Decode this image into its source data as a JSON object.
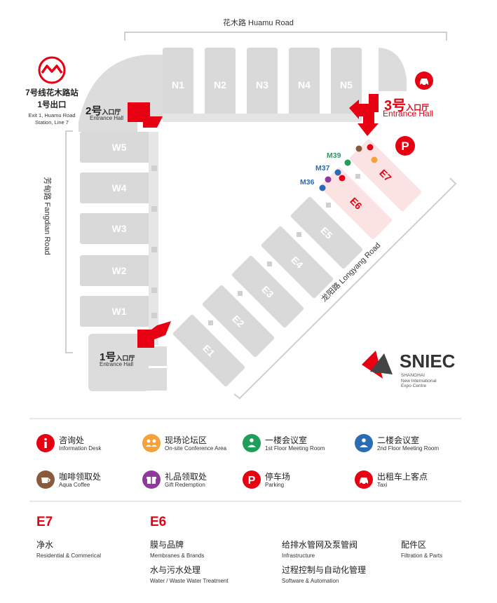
{
  "roads": {
    "north": "花木路 Huamu Road",
    "west": "芳甸路 Fangdian Road",
    "southeast": "龙阳路 Longyang Road"
  },
  "metro": {
    "icon": "shanghai-metro-logo",
    "title": "7号线花木路站",
    "exit": "1号出口",
    "en_lines": [
      "Exit 1, Huamu Road",
      "Station, Line 7"
    ]
  },
  "halls": {
    "north": [
      "N1",
      "N2",
      "N3",
      "N4",
      "N5"
    ],
    "west": [
      "W5",
      "W4",
      "W3",
      "W2",
      "W1"
    ],
    "east": [
      "E1",
      "E2",
      "E3",
      "E4",
      "E5",
      "E6",
      "E7"
    ]
  },
  "entrances": {
    "e1": {
      "num": "1号",
      "suffix": "入口厅",
      "en": "Entrance Hall"
    },
    "e2": {
      "num": "2号",
      "suffix": "入口厅",
      "en": "Entrance Hall"
    },
    "e3": {
      "num": "3号",
      "suffix": "入口厅",
      "en": "Entrance Hall"
    }
  },
  "meeting_rooms": [
    "M39",
    "M37",
    "M36"
  ],
  "colors": {
    "brand_red": "#e60012",
    "hall_gray": "#d9d9d9",
    "highlight_pink": "#fbe3e4",
    "info": "#e60012",
    "conference": "#f3a33a",
    "floor1": "#1f9e5a",
    "floor2": "#2a6cb3",
    "coffee": "#8a5a3c",
    "gift": "#8e3a9a"
  },
  "logo": {
    "name": "SNIEC",
    "sub": [
      "SHANGHAI",
      "New International",
      "Expo Centre"
    ]
  },
  "legend": [
    {
      "icon": "info-icon",
      "cn": "咨询处",
      "en": "Information Desk"
    },
    {
      "icon": "conference-icon",
      "cn": "现场论坛区",
      "en": "On-site Conference Area"
    },
    {
      "icon": "meeting-1f-icon",
      "cn": "一楼会议室",
      "en": "1st Floor Meeting Room"
    },
    {
      "icon": "meeting-2f-icon",
      "cn": "二楼会议室",
      "en": "2nd Floor Meeting Room"
    },
    {
      "icon": "coffee-icon",
      "cn": "咖啡领取处",
      "en": "Aqua Coffee"
    },
    {
      "icon": "gift-icon",
      "cn": "礼品领取处",
      "en": "Gift Redemption"
    },
    {
      "icon": "parking-icon",
      "cn": "停车场",
      "en": "Parking"
    },
    {
      "icon": "taxi-icon",
      "cn": "出租车上客点",
      "en": "Taxi"
    }
  ],
  "sections": {
    "e7": {
      "title": "E7",
      "items": [
        {
          "cn": "净水",
          "en": "Residential & Commerical"
        }
      ]
    },
    "e6": {
      "title": "E6",
      "items": [
        {
          "cn": "膜与品牌",
          "en": "Membranes & Brands"
        },
        {
          "cn": "给排水管网及泵管阀",
          "en": "Infrastructure"
        },
        {
          "cn": "配件区",
          "en": "Filtration & Parts"
        },
        {
          "cn": "水与污水处理",
          "en": "Water / Waste Water Treatment"
        },
        {
          "cn": "过程控制与自动化管理",
          "en": "Software & Automation"
        }
      ]
    }
  }
}
